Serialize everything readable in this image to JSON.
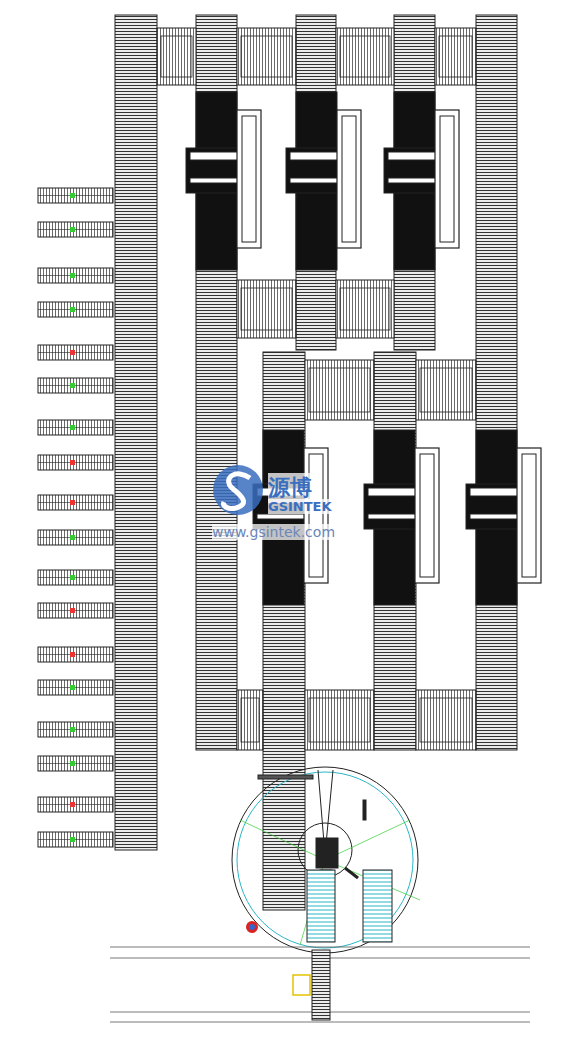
{
  "diagram": {
    "labels": [
      "源博",
      "GSINTEK",
      "www.gsintek.com"
    ]
  }
}
